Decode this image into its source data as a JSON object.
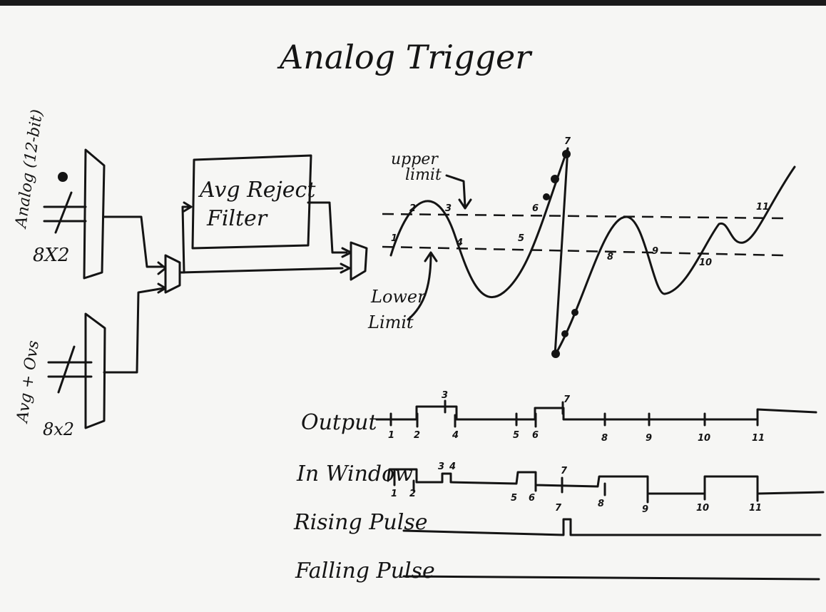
{
  "title": "Analog Trigger",
  "inputs": {
    "analog_label": "Analog (12-bit)",
    "analog_width": "8X2",
    "avg_label": "Avg + Ovs",
    "avg_width": "8x2"
  },
  "filter_label_line1": "Avg Reject",
  "filter_label_line2": "Filter",
  "annotations": {
    "upper_line1": "upper",
    "upper_line2": "limit",
    "lower_line1": "Lower",
    "lower_line2": "Limit"
  },
  "waveform_markers": [
    "1",
    "2",
    "3",
    "4",
    "5",
    "6",
    "7",
    "8",
    "9",
    "10",
    "11"
  ],
  "timing": {
    "output_label": "Output",
    "in_window_label": "In Window",
    "rising_label": "Rising Pulse",
    "falling_label": "Falling Pulse",
    "output_ticks": [
      "1",
      "2",
      "3",
      "4",
      "5",
      "6",
      "7",
      "8",
      "9",
      "10",
      "11"
    ],
    "in_window_ticks": [
      "1",
      "2",
      "3",
      "4",
      "5",
      "6",
      "7",
      "8",
      "9",
      "10",
      "11"
    ],
    "rising_tick": "7"
  }
}
